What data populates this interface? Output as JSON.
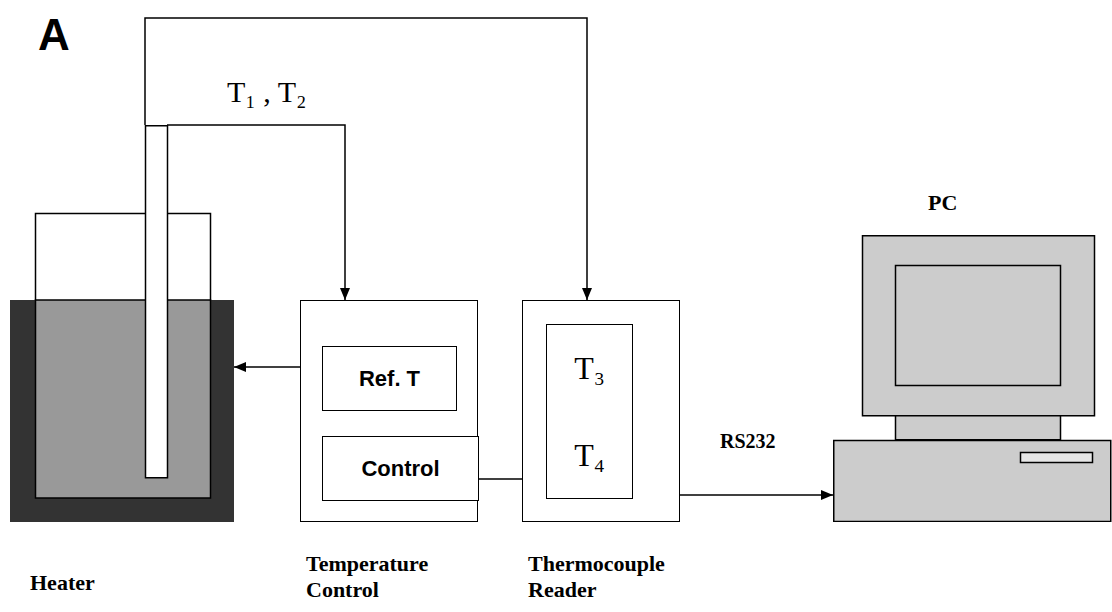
{
  "diagram": {
    "nodes": [
      {
        "text": [
          "Heater"
        ]
      },
      {
        "text": [
          "Temperature Control"
        ]
      },
      {
        "text": [
          "Ref. T"
        ],
        "in": 1
      },
      {
        "text": [
          "Control"
        ],
        "in": 1
      },
      {
        "text": [
          "Thermocouple Reader"
        ]
      },
      {
        "text": [
          "T₃",
          "T₄"
        ],
        "in": 4
      },
      {
        "text": [
          "PC"
        ]
      }
    ],
    "edges": [
      {
        "from": 0,
        "to": 1,
        "arrow": "to",
        "label": "T₁ , T₂"
      },
      {
        "from": 0,
        "to": 4,
        "arrow": "to"
      },
      {
        "from": 1,
        "to": 0,
        "arrow": "to"
      },
      {
        "from": 3,
        "to": 5,
        "arrow": "to"
      },
      {
        "from": 4,
        "to": 6,
        "arrow": "to",
        "label": "RS232"
      }
    ],
    "labels": [
      "A"
    ]
  }
}
